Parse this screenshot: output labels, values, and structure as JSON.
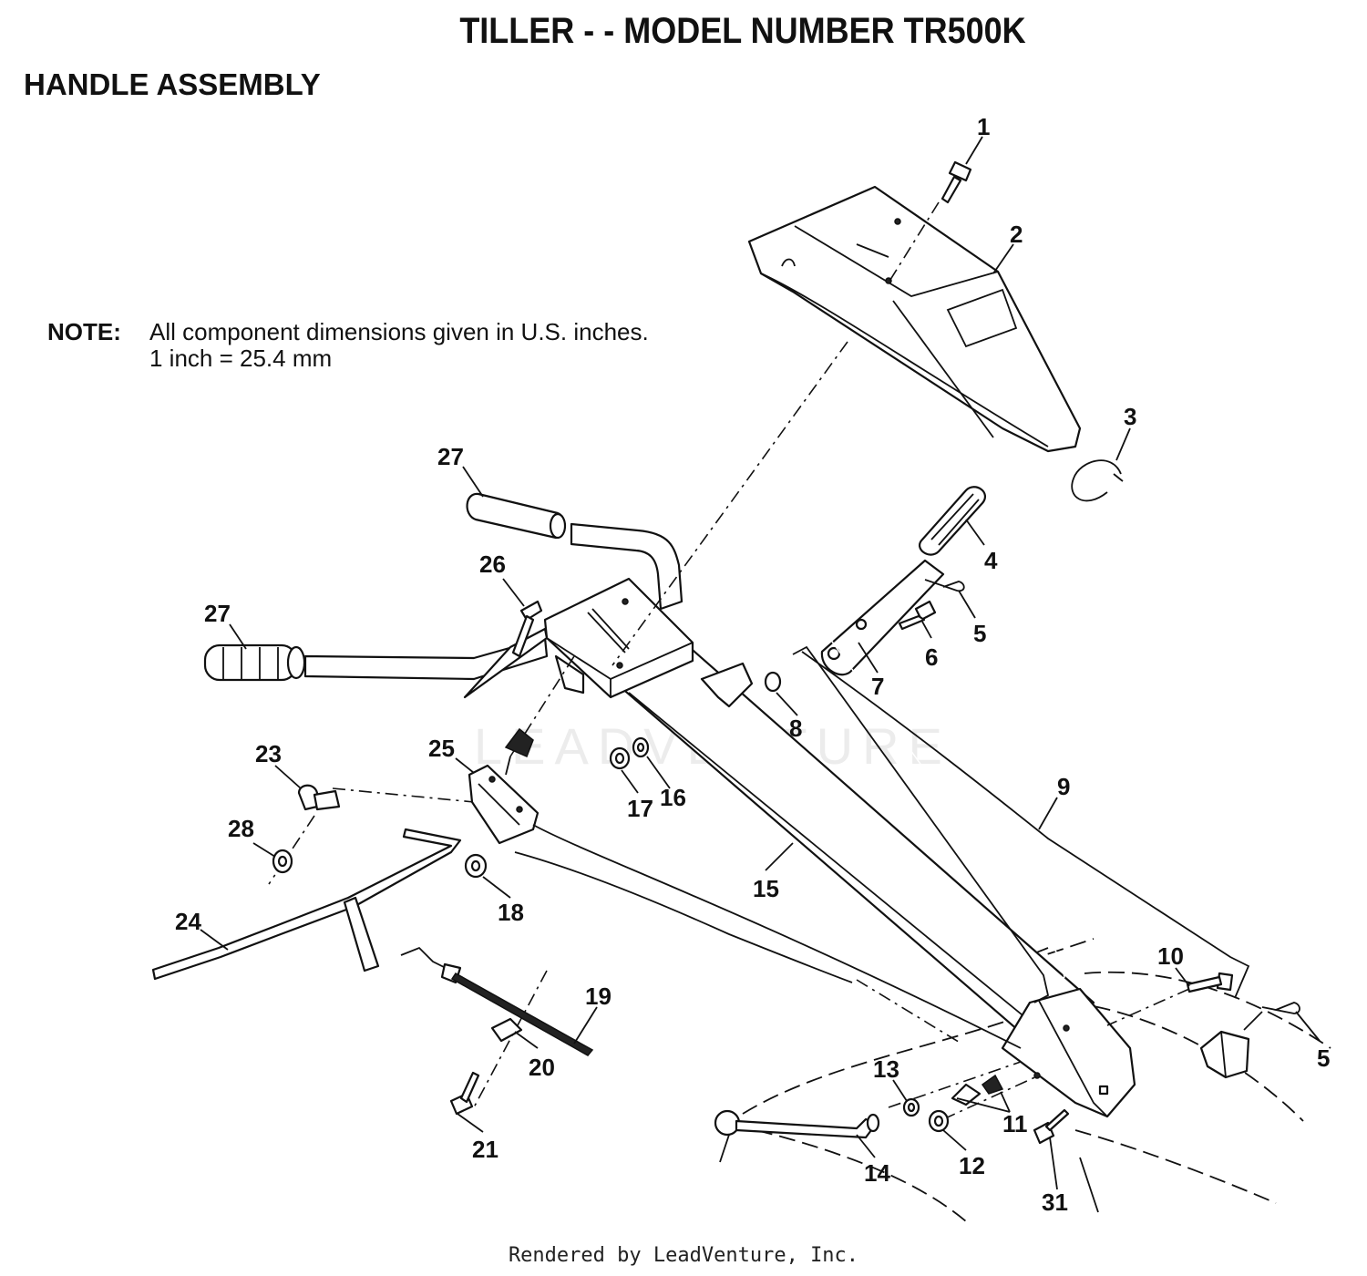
{
  "header": {
    "title": "TILLER - - MODEL NUMBER TR500K",
    "subtitle": "HANDLE ASSEMBLY"
  },
  "note": {
    "label": "NOTE:",
    "line1": "All component dimensions given in U.S. inches.",
    "line2": "1 inch = 25.4 mm"
  },
  "watermark": "LEADVENTURE",
  "footer": "Rendered by LeadVenture, Inc.",
  "callouts": [
    "1",
    "2",
    "3",
    "4",
    "5",
    "6",
    "7",
    "8",
    "9",
    "10",
    "11",
    "12",
    "13",
    "14",
    "15",
    "16",
    "17",
    "18",
    "19",
    "20",
    "21",
    "23",
    "24",
    "25",
    "26",
    "27",
    "27",
    "28",
    "31",
    "5"
  ]
}
